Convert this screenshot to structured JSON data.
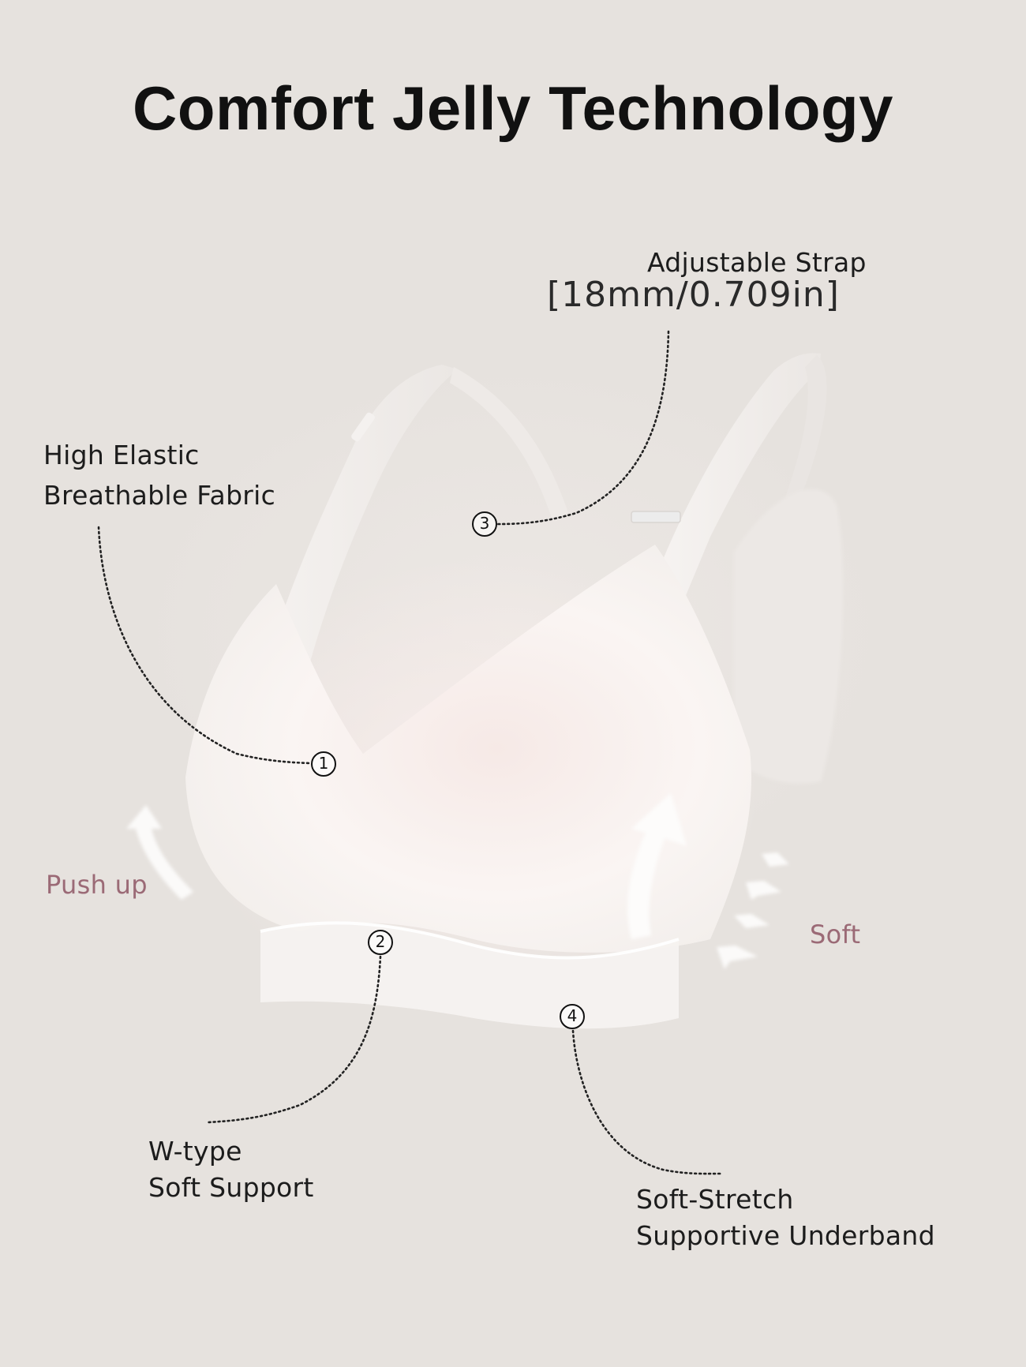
{
  "title": "Comfort Jelly Technology",
  "colors": {
    "background": "#e6e2de",
    "text": "#1c1c1c",
    "accent_text": "#9b6a76",
    "garment": "#fbf7f5"
  },
  "callouts": [
    {
      "number": "1",
      "lines": [
        "High Elastic",
        "Breathable Fabric"
      ]
    },
    {
      "number": "2",
      "lines": [
        "W-type",
        "Soft Support"
      ]
    },
    {
      "number": "3",
      "lines": [
        "Adjustable Strap",
        "[18mm/0.709in]"
      ]
    },
    {
      "number": "4",
      "lines": [
        "Soft-Stretch",
        "Supportive Underband"
      ]
    }
  ],
  "annotations": {
    "push_up": "Push up",
    "soft": "Soft"
  },
  "icons": {
    "push_up_arrow": "up-arrow-icon",
    "soft_arrows": "inward-arrows-icon"
  }
}
